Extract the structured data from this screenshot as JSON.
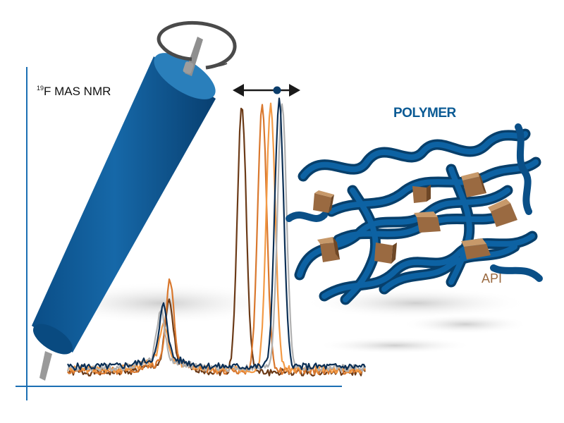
{
  "title": {
    "nucleus_mass": "19",
    "text": "F MAS NMR"
  },
  "polymer_label": "POLYMER",
  "api_label": "API",
  "colors": {
    "polymer_blue": "#0a5a94",
    "polymer_dark": "#073f6b",
    "rotor_blue": "#0d5d99",
    "api_brown": "#9a6a41",
    "api_light": "#b88a5e",
    "axis_blue": "#1b6fb3",
    "spectrum_dark_brown": "#6b3a17",
    "spectrum_orange": "#d9782e",
    "spectrum_light_orange": "#f39a45",
    "spectrum_gray": "#b0b0b0",
    "spectrum_navy": "#0b2f55"
  },
  "icons": [
    "spin-arrow-icon",
    "double-arrow-icon"
  ],
  "spectra": [
    {
      "name": "dark-brown",
      "color": "#6b3a17",
      "peak": 343,
      "height": 378,
      "minor": 240,
      "minor_h": 88,
      "seed": 1
    },
    {
      "name": "orange",
      "color": "#d9782e",
      "peak": 372,
      "height": 378,
      "minor": 241,
      "minor_h": 118,
      "seed": 2
    },
    {
      "name": "light-orange",
      "color": "#f39a45",
      "peak": 384,
      "height": 378,
      "minor": 232,
      "minor_h": 55,
      "seed": 3
    },
    {
      "name": "gray",
      "color": "#b0b0b0",
      "peak": 400,
      "height": 378,
      "minor": 228,
      "minor_h": 70,
      "seed": 4
    },
    {
      "name": "navy",
      "color": "#0b2f55",
      "peak": 396,
      "height": 378,
      "minor": 232,
      "minor_h": 75,
      "seed": 5
    }
  ]
}
